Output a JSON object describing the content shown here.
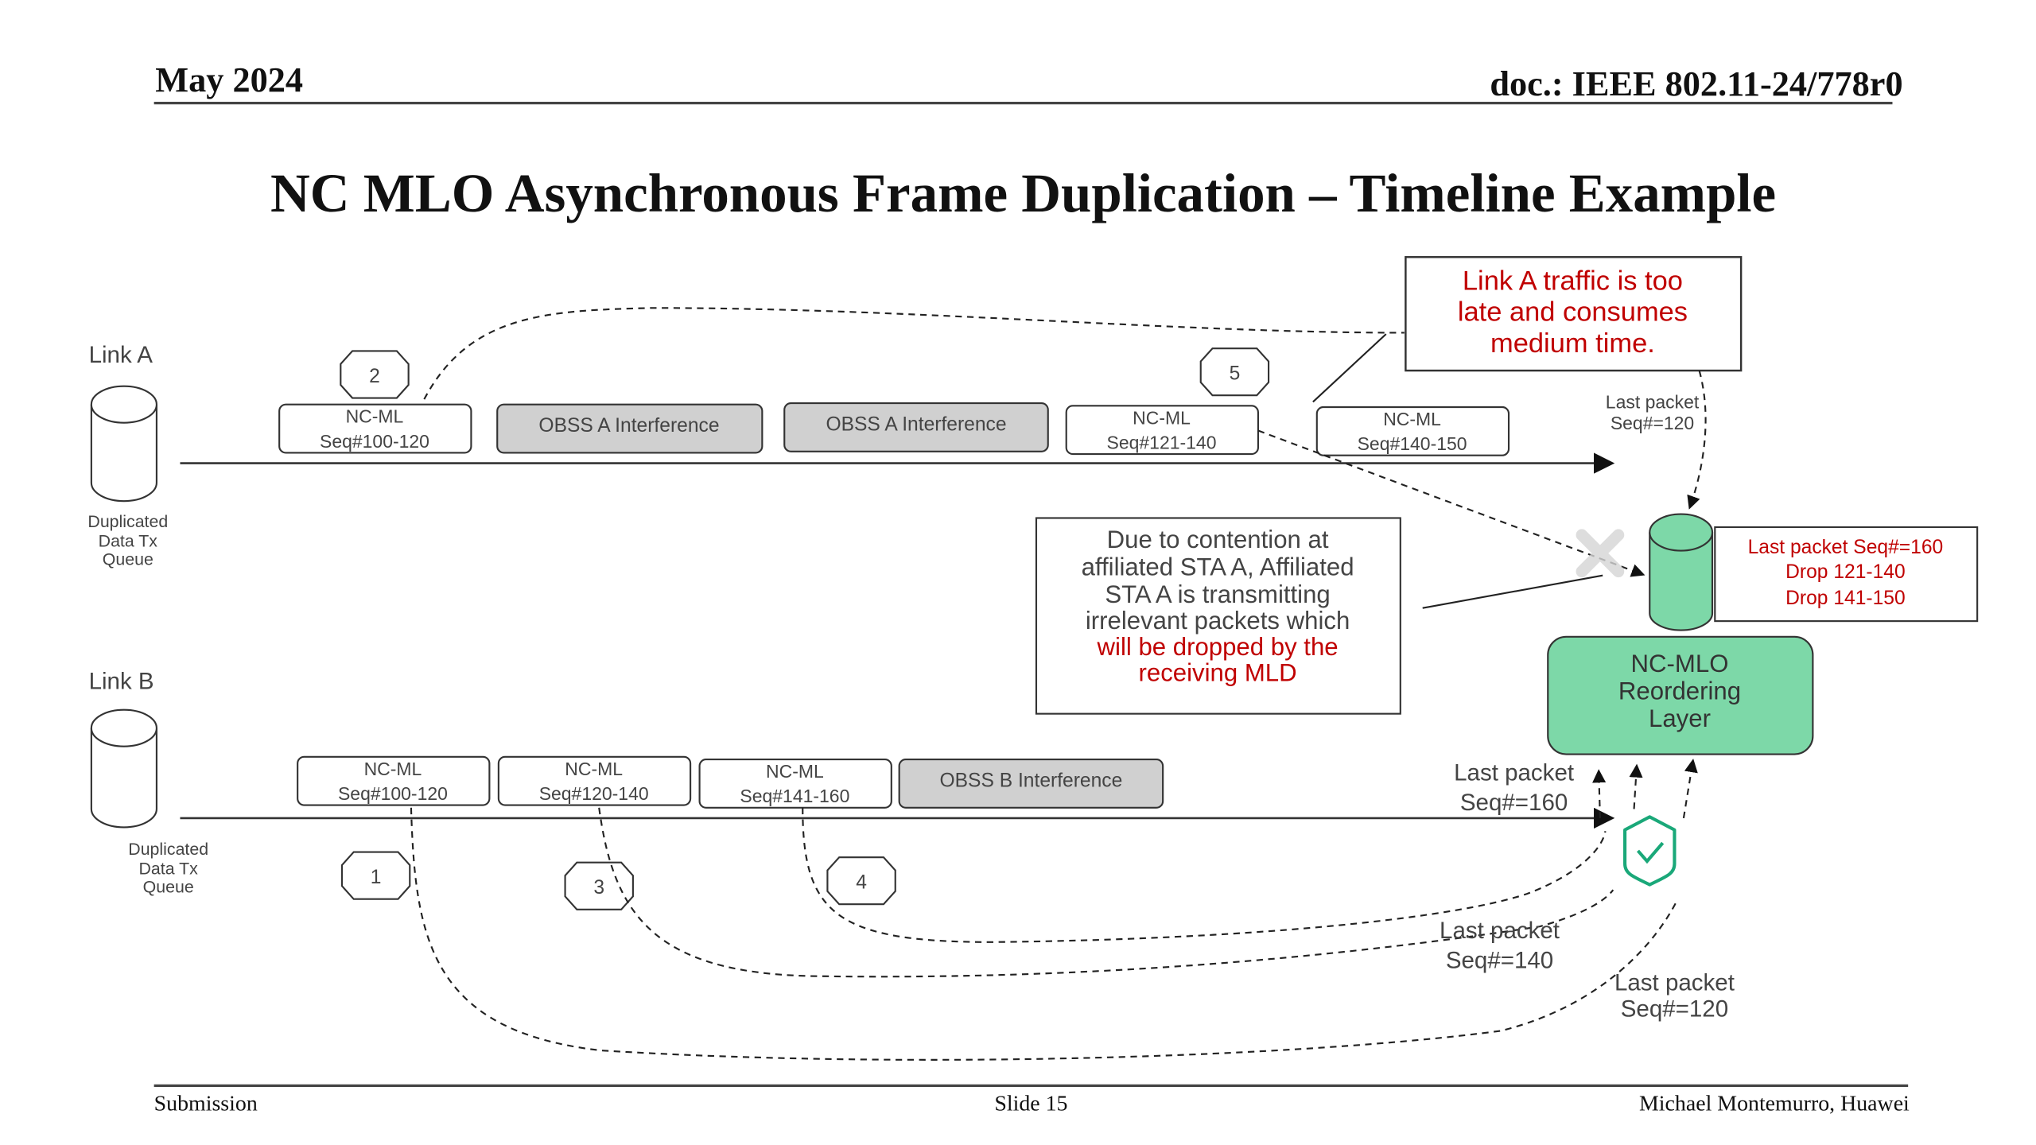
{
  "header": {
    "date": "May 2024",
    "doc_id": "doc.: IEEE 802.11-24/778r0"
  },
  "title": "NC MLO Asynchronous Frame Duplication – Timeline Example",
  "link_a": {
    "label": "Link A",
    "queue_label": [
      "Duplicated",
      "Data Tx",
      "Queue"
    ],
    "frames": [
      {
        "line1": "NC-ML",
        "line2": "Seq#100-120",
        "type": "data"
      },
      {
        "line1": "OBSS A Interference",
        "line2": "",
        "type": "interference"
      },
      {
        "line1": "OBSS A Interference",
        "line2": "",
        "type": "interference"
      },
      {
        "line1": "NC-ML",
        "line2": "Seq#121-140",
        "type": "data"
      },
      {
        "line1": "NC-ML",
        "line2": "Seq#140-150",
        "type": "data"
      }
    ],
    "steps": [
      "2",
      "5"
    ],
    "last_packet": [
      "Last packet",
      "Seq#=120"
    ]
  },
  "link_b": {
    "label": "Link B",
    "queue_label": [
      "Duplicated",
      "Data Tx",
      "Queue"
    ],
    "frames": [
      {
        "line1": "NC-ML",
        "line2": "Seq#100-120",
        "type": "data"
      },
      {
        "line1": "NC-ML",
        "line2": "Seq#120-140",
        "type": "data"
      },
      {
        "line1": "NC-ML",
        "line2": "Seq#141-160",
        "type": "data"
      },
      {
        "line1": "OBSS B Interference",
        "line2": "",
        "type": "interference"
      }
    ],
    "steps": [
      "1",
      "3",
      "4"
    ],
    "last_packet_160": [
      "Last packet",
      "Seq#=160"
    ],
    "last_packet_140": [
      "Last packet",
      "Seq#=140"
    ],
    "last_packet_120": [
      "Last packet",
      "Seq#=120"
    ]
  },
  "callout_late": [
    "Link A traffic is too",
    "late and consumes",
    "medium time."
  ],
  "callout_contention": {
    "black": [
      "Due to contention  at",
      "affiliated STA A, Affiliated",
      "STA A  is transmitting",
      "irrelevant packets which"
    ],
    "red": [
      "will be dropped by the",
      "receiving MLD"
    ]
  },
  "receiver_note": [
    "Last packet Seq#=160",
    "Drop 121-140",
    "Drop 141-150"
  ],
  "reordering_layer": [
    "NC-MLO",
    "Reordering",
    "Layer"
  ],
  "icons": {
    "shield": "shield-check-icon",
    "cross": "x-mark-icon",
    "queue": "cylinder-icon"
  },
  "colors": {
    "accent_green": "#7dd8a8",
    "shield_green": "#1aa879",
    "red": "#c00000",
    "interference_gray": "#d0d0d0"
  },
  "footer": {
    "left": "Submission",
    "center": "Slide 15",
    "right": "Michael Montemurro, Huawei"
  }
}
